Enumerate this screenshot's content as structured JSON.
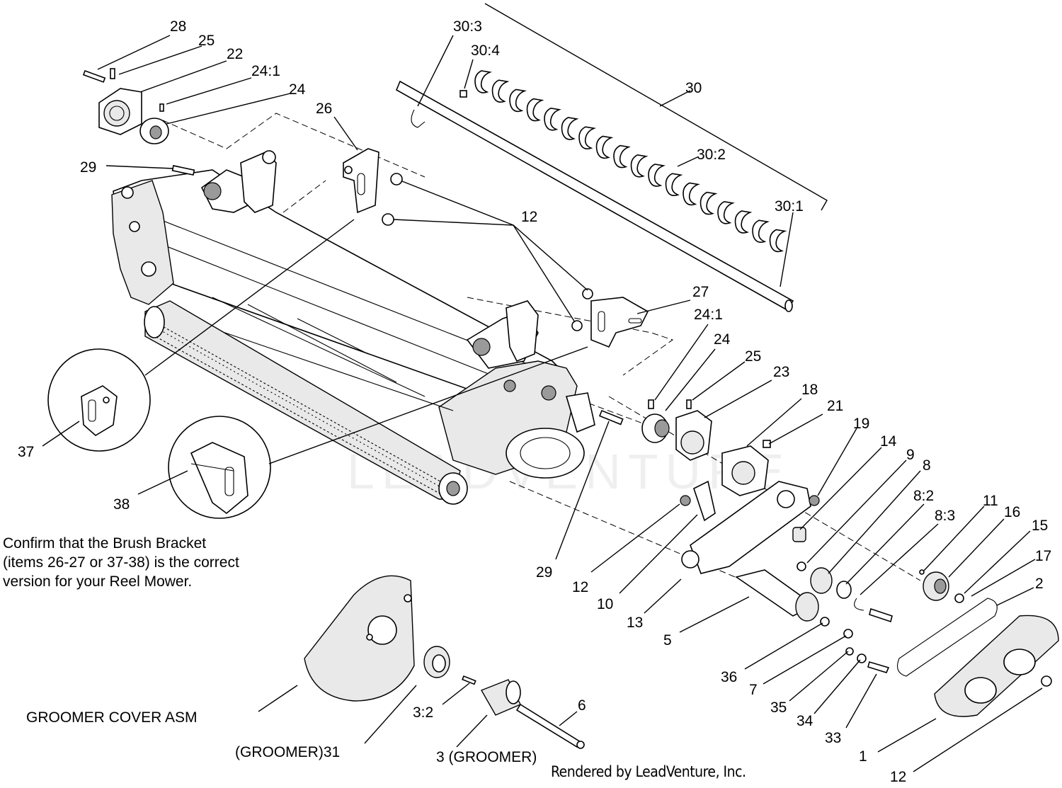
{
  "watermark": "LEADVENTURE",
  "note": {
    "line1": "Confirm that the Brush Bracket",
    "line2": "(items 26-27 or 37-38) is the correct",
    "line3": "version for your Reel Mower."
  },
  "credit": "Rendered by LeadVenture, Inc.",
  "callouts": {
    "c28": "28",
    "c25a": "25",
    "c22": "22",
    "c24_1a": "24:1",
    "c24a": "24",
    "c26": "26",
    "c29a": "29",
    "c30_3": "30:3",
    "c30_4": "30:4",
    "c30": "30",
    "c30_2": "30:2",
    "c30_1": "30:1",
    "c12a": "12",
    "c27": "27",
    "c24_1b": "24:1",
    "c24b": "24",
    "c25b": "25",
    "c23": "23",
    "c18": "18",
    "c21": "21",
    "c19": "19",
    "c14": "14",
    "c9": "9",
    "c8": "8",
    "c8_2": "8:2",
    "c8_3": "8:3",
    "c11": "11",
    "c16": "16",
    "c15": "15",
    "c17": "17",
    "c2": "2",
    "c37": "37",
    "c38": "38",
    "c29b": "29",
    "c12b": "12",
    "c10": "10",
    "c13": "13",
    "c5": "5",
    "c36": "36",
    "c7": "7",
    "c35": "35",
    "c34": "34",
    "c33": "33",
    "c1": "1",
    "c12c": "12",
    "c6": "6",
    "c3_2": "3:2",
    "c3": "3 (GROOMER)",
    "c31": "(GROOMER)31",
    "groomer_cover": "GROOMER COVER ASM"
  }
}
